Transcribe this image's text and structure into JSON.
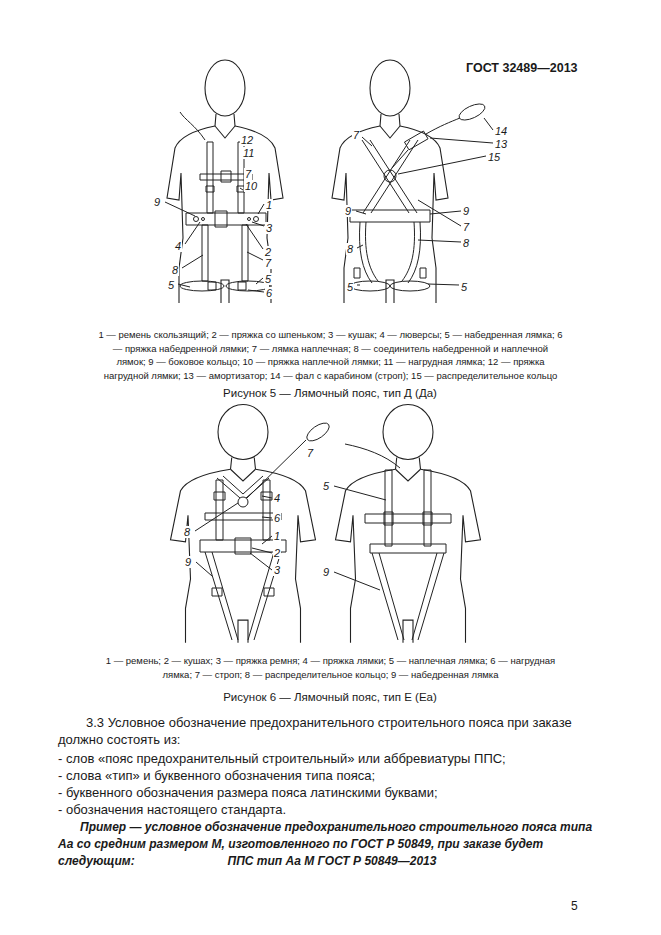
{
  "diagram": {
    "title": "ГОСТ 32489—2013",
    "labels": [
      "12",
      "11",
      "7",
      "10",
      "9",
      "1",
      "3",
      "4",
      "2",
      "7",
      "8",
      "5",
      "5",
      "6",
      "7",
      "14",
      "13",
      "15",
      "9",
      "9",
      "7",
      "8",
      "8",
      "5",
      "5",
      "1 — ремень скользящий; 2 — пряжка со шпеньком; 3 — кушак; 4 — люверсы; 5 — набедренная лямка; 6 — пряжка набедренной лямки; 7 — лямка наплечная; 8 — соединитель набедренной и наплечной лямок; 9 — боковое кольцо; 10 — пряжка наплечной лямки; 11 — нагрудная лямка; 12 — пряжка нагрудной лямки; 13 — амортизатор; 14 — фал с карабином (строп); 15 — распределительное кольцо",
      "Рисунок 5 — Лямочный пояс, тип Д (Да)",
      "7",
      "4",
      "8",
      "6",
      "1",
      "2",
      "3",
      "9",
      "5",
      "9",
      "1 — ремень; 2 — кушах; 3 — пряжка ремня; 4 — пряжка лямки; 5 — наплечная лямка; 6 — нагрудная лямка; 7 — строп; 8 — распределительное кольцо; 9 — набедренная лямка",
      "Рисунок 6 — Лямочный пояс, тип Е (Еа)",
      "3.3 Условное обозначение предохранительного строительного пояса при заказе должно состоять из:",
      "- слов «пояс предохранительный строительный» или аббревиатуры ППС;",
      "- слова «тип» и буквенного обозначения типа пояса;",
      "- буквенного обозначения размера пояса латинскими буквами;",
      "- обозначения настоящего стандарта.",
      "Пример — условное обозначение предохранительного строительного пояса типа Аа со средним размером М, изготовленного по ГОСТ Р 50849, при заказе будет следующим:",
      "ППС тип Аа М ГОСТ Р 50849—2013",
      "5"
    ]
  }
}
